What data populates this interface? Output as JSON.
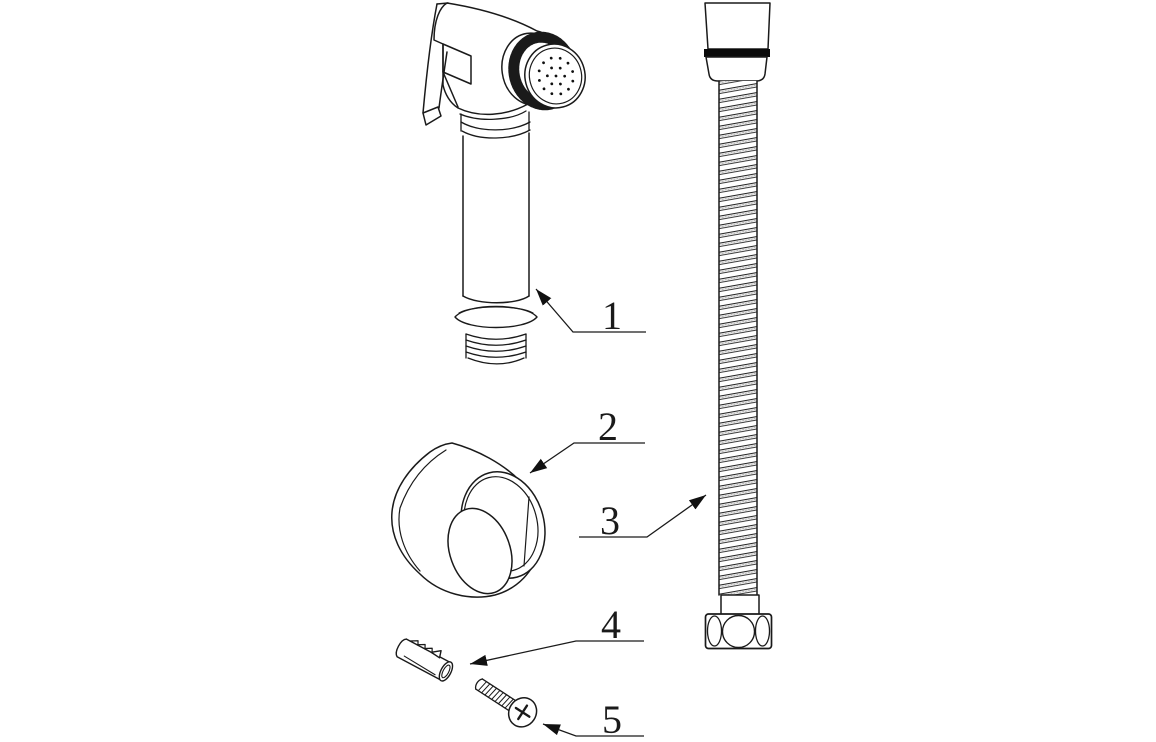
{
  "canvas": {
    "background": "#ffffff",
    "line_color": "#1a1a1a",
    "band_color": "#0a0a0a"
  },
  "callouts": [
    {
      "label": "1",
      "part": "hand-sprayer"
    },
    {
      "label": "2",
      "part": "wall-bracket"
    },
    {
      "label": "3",
      "part": "shower-hose"
    },
    {
      "label": "4",
      "part": "wall-plug"
    },
    {
      "label": "5",
      "part": "fixing-screw"
    }
  ]
}
